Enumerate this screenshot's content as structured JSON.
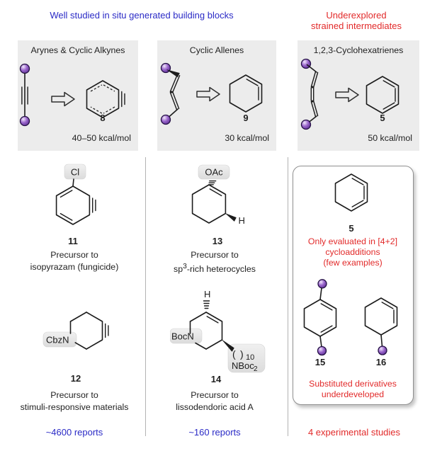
{
  "colors": {
    "blue": "#2a2ac6",
    "red": "#e22a2a",
    "box_bg": "#ececec",
    "purple": "#9a66cc",
    "line": "#1c1c1c"
  },
  "headers": {
    "left_blue": "Well studied in situ generated building blocks",
    "right_red_line1": "Underexplored",
    "right_red_line2": "strained intermediates"
  },
  "top_boxes": [
    {
      "title": "Arynes & Cyclic Alkynes",
      "number": "8",
      "energy": "40–50 kcal/mol"
    },
    {
      "title": "Cyclic Allenes",
      "number": "9",
      "energy": "30 kcal/mol"
    },
    {
      "title": "1,2,3-Cyclohexatrienes",
      "number": "5",
      "energy": "50 kcal/mol"
    }
  ],
  "column1": {
    "compound_11": {
      "substituent_label": "Cl",
      "number": "11",
      "caption_line1": "Precursor to",
      "caption_line2": "isopyrazam (fungicide)"
    },
    "compound_12": {
      "n_label": "CbzN",
      "number": "12",
      "caption_line1": "Precursor to",
      "caption_line2": "stimuli-responsive materials"
    },
    "stat": "~4600 reports"
  },
  "column2": {
    "compound_13": {
      "substituent_label": "OAc",
      "h_label": "H",
      "number": "13",
      "caption_line1": "Precursor to",
      "caption_line2_pre": "sp",
      "caption_line2_sup": "3",
      "caption_line2_post": "-rich heterocycles"
    },
    "compound_14": {
      "n_label": "BocN",
      "h_label": "H",
      "chain_open": "(",
      "chain_close": ")",
      "chain_count": "10",
      "chain_group": "NBoc",
      "chain_group_sub": "2",
      "number": "14",
      "caption_line1": "Precursor to",
      "caption_line2": "lissodendoric acid A"
    },
    "stat": "~160 reports"
  },
  "column3": {
    "compound_5": {
      "number": "5",
      "note_line1": "Only evaluated in [4+2]",
      "note_line2": "cycloadditions",
      "note_line3": "(few examples)"
    },
    "compound_15": {
      "number": "15"
    },
    "compound_16": {
      "number": "16"
    },
    "note2_line1": "Substituted derivatives",
    "note2_line2": "underdeveloped",
    "stat": "4 experimental studies"
  }
}
